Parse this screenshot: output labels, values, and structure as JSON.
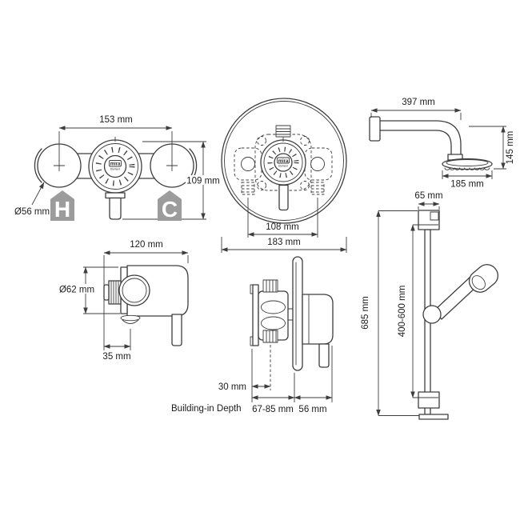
{
  "colors": {
    "background": "#ffffff",
    "line": "#3d3d3d",
    "badge": "#9c9c9c",
    "text": "#1c1c1c"
  },
  "brand": {
    "logo": "mira",
    "model": "Element"
  },
  "labels": {
    "exposed_front": {
      "inlet_centres": "153 mm",
      "height": "109 mm",
      "inlet_diameter": "Ø56 mm",
      "hot": "H",
      "cold": "C"
    },
    "concealed_front": {
      "inlet_centres": "108 mm",
      "plate_diameter": "183 mm"
    },
    "overhead": {
      "arm_reach": "397 mm",
      "drop": "145 mm",
      "head_diameter": "185 mm"
    },
    "exposed_side": {
      "projection": "120 mm",
      "knob_diameter": "Ø62 mm",
      "outlet_offset": "35 mm"
    },
    "concealed_side": {
      "min_clearance": "30 mm",
      "caption": "Building-in Depth",
      "depth_range": "67-85 mm",
      "projection": "56 mm"
    },
    "rail": {
      "bracket_width": "65 mm",
      "rail_length": "685 mm",
      "adjustment": "400-600 mm"
    }
  }
}
